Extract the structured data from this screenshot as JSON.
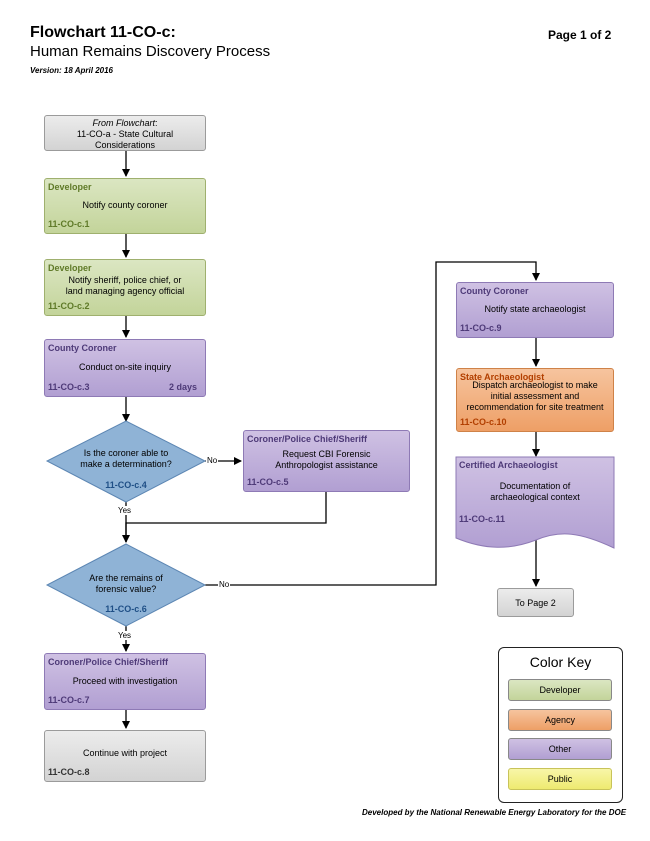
{
  "header": {
    "title": "Flowchart 11-CO-c:",
    "subtitle": "Human Remains Discovery Process",
    "version": "Version: 18 April 2016",
    "page": "Page 1 of 2"
  },
  "footer": "Developed by the National Renewable Energy Laboratory for the DOE",
  "nodes": {
    "from": {
      "prefix": "From Flowchart",
      "suffix": ":",
      "line1": "11-CO-a - State Cultural",
      "line2": "Considerations"
    },
    "n1": {
      "role": "Developer",
      "text": "Notify county coroner",
      "code": "11-CO-c.1"
    },
    "n2": {
      "role": "Developer",
      "line1": "Notify sheriff, police chief, or",
      "line2": "land managing agency official",
      "code": "11-CO-c.2"
    },
    "n3": {
      "role": "County Coroner",
      "text": "Conduct on-site inquiry",
      "code": "11-CO-c.3",
      "duration": "2 days"
    },
    "n4": {
      "line1": "Is the coroner able to",
      "line2": "make a determination?",
      "code": "11-CO-c.4"
    },
    "n5": {
      "role": "Coroner/Police Chief/Sheriff",
      "line1": "Request CBI Forensic",
      "line2": "Anthropologist assistance",
      "code": "11-CO-c.5"
    },
    "n6": {
      "line1": "Are the remains of",
      "line2": "forensic value?",
      "code": "11-CO-c.6"
    },
    "n7": {
      "role": "Coroner/Police Chief/Sheriff",
      "text": "Proceed with investigation",
      "code": "11-CO-c.7"
    },
    "n8": {
      "text": "Continue with project",
      "code": "11-CO-c.8"
    },
    "n9": {
      "role": "County Coroner",
      "text": "Notify state archaeologist",
      "code": "11-CO-c.9"
    },
    "n10": {
      "role": "State Archaeologist",
      "line1": "Dispatch archaeologist to make",
      "line2": "initial assessment and",
      "line3": "recommendation for site treatment",
      "code": "11-CO-c.10"
    },
    "n11": {
      "role": "Certified Archaeologist",
      "line1": "Documentation of",
      "line2": "archaeological context",
      "code": "11-CO-c.11"
    },
    "to_page": {
      "text": "To Page 2"
    }
  },
  "labels": {
    "no1": "No",
    "yes1": "Yes",
    "no2": "No",
    "yes2": "Yes"
  },
  "color_key": {
    "title": "Color Key",
    "items": [
      {
        "label": "Developer",
        "color": "#c3d49a"
      },
      {
        "label": "Agency",
        "color": "#ee9f66"
      },
      {
        "label": "Other",
        "color": "#b19fd2"
      },
      {
        "label": "Public",
        "color": "#eeea70"
      }
    ]
  }
}
